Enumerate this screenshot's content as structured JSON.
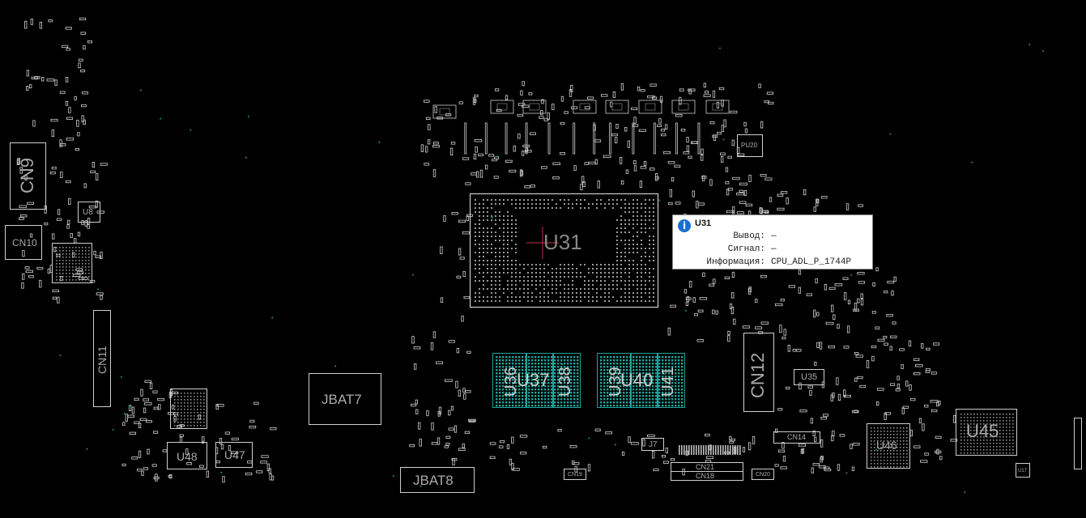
{
  "tooltip": {
    "icon": "info-icon",
    "title": "U31",
    "rows": [
      {
        "key": "Вывод:",
        "value": "—"
      },
      {
        "key": "Сигнал:",
        "value": "—"
      },
      {
        "key": "Информация:",
        "value": "CPU_ADL_P_1744P"
      }
    ]
  },
  "labels": {
    "cn9": "CN9",
    "cn10": "CN10",
    "cn11": "CN11",
    "u8": "U8",
    "u48": "U48",
    "u47": "U47",
    "jbat7": "JBAT7",
    "jbat8": "JBAT8",
    "u31": "U31",
    "u36": "U36",
    "u37": "U37",
    "u38": "U38",
    "u39": "U39",
    "u40": "U40",
    "u41": "U41",
    "cn12": "CN12",
    "u35": "U35",
    "u45": "U45",
    "u46": "U46",
    "cn14": "CN14",
    "cn21": "CN21",
    "cn18": "CN18",
    "cn19": "CN19",
    "cn20": "CN20",
    "j7": "J7",
    "pu20": "PU20",
    "u17": "U17"
  },
  "colors": {
    "background": "#000000",
    "outline": "#cfcfcf",
    "memory": "#1fa39a",
    "tooltip_icon": "#1a6fd0"
  }
}
